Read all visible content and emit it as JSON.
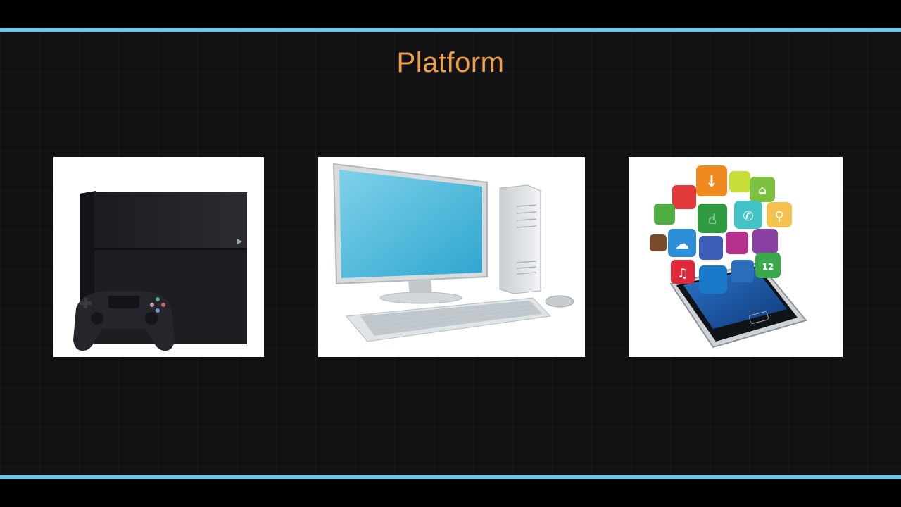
{
  "slide": {
    "title": "Platform",
    "title_color": "#f0a04b",
    "accent_rule_color": "#5fc9f0",
    "background_color": "#111113"
  },
  "cards": [
    {
      "id": "console",
      "icon": "game-console-icon"
    },
    {
      "id": "computer",
      "icon": "desktop-computer-icon"
    },
    {
      "id": "mobile",
      "icon": "smartphone-apps-icon",
      "calendar_badge": "12"
    }
  ]
}
